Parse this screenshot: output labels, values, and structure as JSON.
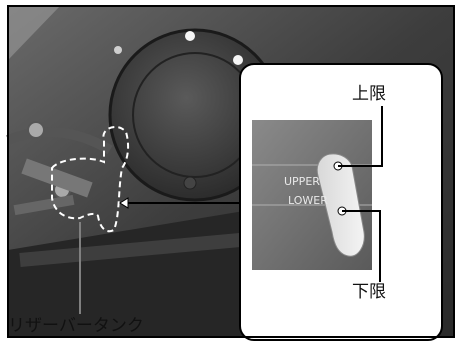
{
  "labels": {
    "upper_limit": "上限",
    "lower_limit": "下限",
    "reservoir_tank": "リザーバータンク"
  },
  "tank_marks": {
    "upper": "UPPER",
    "lower": "LOWER"
  },
  "colors": {
    "photo_dark": "#3a3a3a",
    "photo_mid": "#5c5c5c",
    "callout_border": "#000000",
    "dashed_outline": "#ffffff",
    "frame_border": "#000000"
  }
}
